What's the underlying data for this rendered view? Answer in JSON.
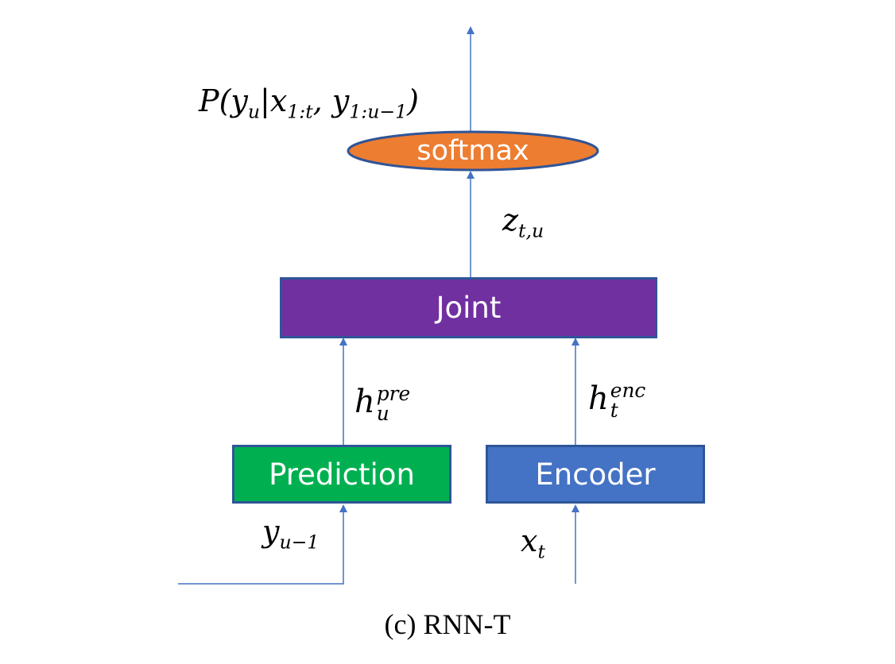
{
  "nodes": {
    "softmax": "softmax",
    "joint": "Joint",
    "prediction": "Prediction",
    "encoder": "Encoder"
  },
  "labels": {
    "output_prob": {
      "head": "P(y",
      "head_sub": "u",
      "mid": "|x",
      "x_sub": "1:t",
      "comma": ", y",
      "y_sub": "1:u−1",
      "tail": ")"
    },
    "z": {
      "base": "z",
      "sub": "t,u"
    },
    "h_pre": {
      "base": "h",
      "sup": "pre",
      "sub": "u"
    },
    "h_enc": {
      "base": "h",
      "sup": "enc",
      "sub": "t"
    },
    "y_prev": {
      "base": "y",
      "sub": "u−1"
    },
    "x_t": {
      "base": "x",
      "sub": "t"
    }
  },
  "caption": "(c) RNN-T",
  "colors": {
    "softmax_fill": "#ed7d31",
    "softmax_stroke": "#2f5597",
    "joint_fill": "#7030a0",
    "prediction_fill": "#00b050",
    "encoder_fill": "#4472c4",
    "border": "#2f5597",
    "arrow": "#4472c4"
  }
}
